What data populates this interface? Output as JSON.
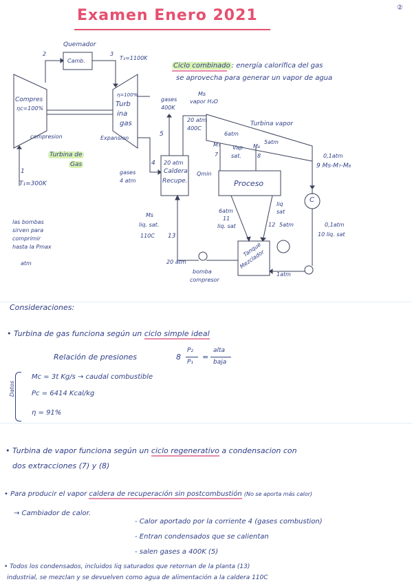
{
  "title": "Examen Enero 2021",
  "page_number": "②",
  "diagram": {
    "quemador": "Quemador",
    "camara": "Camb.",
    "state2": "2",
    "state3": "3",
    "t3": "T₃=1100K",
    "compresor_line1": "Compres",
    "compresor_line2": "ηc=100%",
    "turbina_line1": "η=100%",
    "turbina_line2": "Turb",
    "turbina_line3": "ina",
    "turbina_line4": "gas",
    "compresion": "compresion",
    "expansion": "Expansion",
    "turbina_gas_label_1": "Turbina de",
    "turbina_gas_label_2": "Gas",
    "state1": "1",
    "t1": "T₁=300K",
    "gases_top_1": "gases",
    "gases_top_2": "400K",
    "state5": "5",
    "state4": "4",
    "gases_side_1": "gases",
    "gases_side_2": "4 atm",
    "caldera_1": "20 atm",
    "caldera_2": "Caldera",
    "caldera_3": "Recupe.",
    "ms_vapor_1": "Ms",
    "ms_vapor_2": "vapor H₂O",
    "vapor_cond_1": "20 atm",
    "vapor_cond_2": "400C",
    "turbina_vapor": "Turbina vapor",
    "p6atm": "6atm",
    "p5atm": "5atm",
    "m7": "M₇",
    "state7": "7",
    "vap_sat_1": "Vap",
    "vap_sat_2": "sat.",
    "m8": "M₈",
    "state8": "8",
    "qmin": "Qmin",
    "proceso": "Proceso",
    "salida_1": "0,1atm",
    "salida_2": "9  Ms-M₇-M₈",
    "cond_c": "C",
    "ms_liq_1": "Ms",
    "ms_liq_2": "liq. sat.",
    "ms_liq_3": "110C",
    "state13": "13",
    "liq11_1": "6atm",
    "liq11_2": "11",
    "liq11_3": "liq. sat",
    "liq12_1": "liq",
    "liq12_2": "sat",
    "liq12_3": "12",
    "liq12_4": "5atm",
    "liq10_1": "0,1atm",
    "liq10_2": "10  liq. sat",
    "tanque_1": "Tanque",
    "tanque_2": "Mezclador",
    "p20atm": "20 atm",
    "bomba_1": "bomba",
    "bomba_2": "compresor",
    "p1atm": "1atm",
    "note_1": "las bombas",
    "note_2": "sirven para",
    "note_3": "comprimir",
    "note_4": "hasta la Pmax",
    "note_5": "atm",
    "ciclo_highlight": "Ciclo combinado",
    "ciclo_desc_1": ": energía calorífica del gas",
    "ciclo_desc_2": "se aprovecha para generar un vapor de agua"
  },
  "consideraciones": {
    "heading": "Consideraciones:",
    "bullet1_pre": "Turbina de gas funciona según un",
    "bullet1_ul": "ciclo simple ideal",
    "relacion_label": "Relación de presiones",
    "relacion_value": "8",
    "frac1_num": "P₂",
    "frac1_den": "P₁",
    "frac2_num": "alta",
    "frac2_den": "baja",
    "data_label": "Datos",
    "mc": "Mc = 3t  Kg/s → caudal combustible",
    "pc": "Pc = 6414 Kcal/kg",
    "eta": "η = 91%",
    "bullet2_pre": "Turbina de vapor funciona según un",
    "bullet2_ul": "ciclo regenerativo",
    "bullet2_post": "a condensacion con",
    "bullet2_line2": "dos extracciones (7) y (8)",
    "bullet3_pre": "Para producir el vapor",
    "bullet3_ul": "caldera de recuperación sin postcombustión",
    "bullet3_post": "(No se aporta más calor)",
    "cambiador": "→ Cambiador de calor.",
    "sub1": "- Calor aportado por la corriente 4 (gases combustion)",
    "sub2": "- Entran condensados que se calientan",
    "sub3": "- salen gases a 400K (5)",
    "bullet4_line1": "Todos los condensados, incluidos liq saturados que retornan de la planta (13)",
    "bullet4_line2": "industrial, se mezclan y se devuelven como agua de alimentación a la caldera 110C"
  }
}
